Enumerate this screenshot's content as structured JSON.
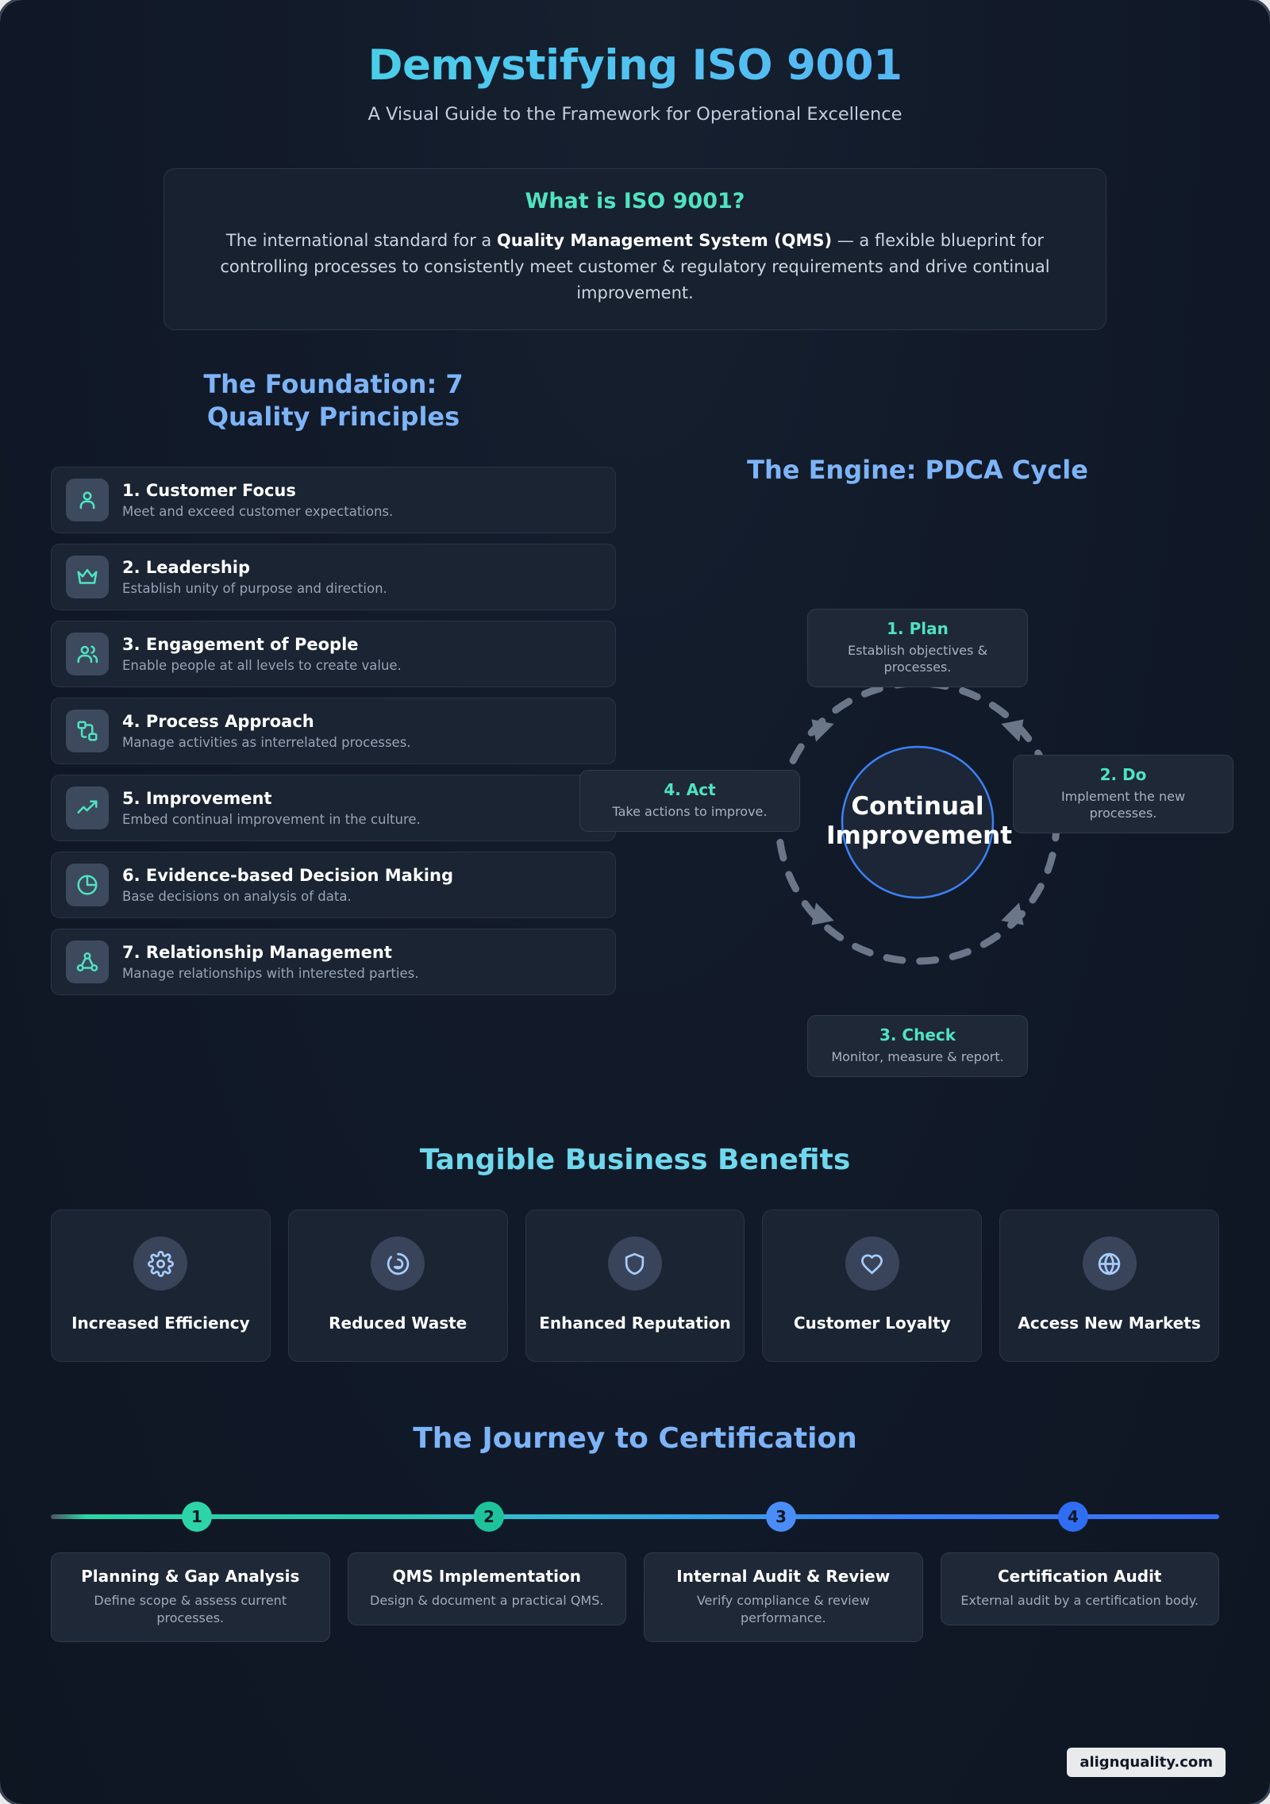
{
  "header": {
    "title": "Demystifying ISO 9001",
    "subtitle": "A Visual Guide to the Framework for Operational Excellence",
    "title_gradient_from": "#3ddcd2",
    "title_gradient_to": "#5aa9f7"
  },
  "whatis": {
    "heading": "What is ISO 9001?",
    "body_part1": "The international standard for a ",
    "body_bold": "Quality Management System (QMS)",
    "body_part2": " — a flexible blueprint for controlling processes to consistently meet customer & regulatory requirements and drive continual improvement.",
    "heading_color": "#4fe3c1"
  },
  "principles": {
    "heading": "The Foundation: 7 Quality Principles",
    "heading_color": "#7db4f7",
    "accent_color": "#4fe3c1",
    "items": [
      {
        "title": "1. Customer Focus",
        "desc": "Meet and exceed customer expectations.",
        "icon": "user-icon"
      },
      {
        "title": "2. Leadership",
        "desc": "Establish unity of purpose and direction.",
        "icon": "crown-icon"
      },
      {
        "title": "3. Engagement of People",
        "desc": "Enable people at all levels to create value.",
        "icon": "users-icon"
      },
      {
        "title": "4. Process Approach",
        "desc": "Manage activities as interrelated processes.",
        "icon": "workflow-icon"
      },
      {
        "title": "5. Improvement",
        "desc": "Embed continual improvement in the culture.",
        "icon": "trending-up-icon"
      },
      {
        "title": "6. Evidence-based Decision Making",
        "desc": "Base decisions on analysis of data.",
        "icon": "pie-chart-icon"
      },
      {
        "title": "7. Relationship Management",
        "desc": "Manage relationships with interested parties.",
        "icon": "network-icon"
      }
    ]
  },
  "pdca": {
    "heading": "The Engine: PDCA Cycle",
    "heading_color": "#7db4f7",
    "center_label": "Continual Improvement",
    "accent_color": "#4fe3c1",
    "ring_color": "#3b82f6",
    "arrow_color": "#6b7689",
    "steps": [
      {
        "title": "1. Plan",
        "desc": "Establish objectives & processes."
      },
      {
        "title": "2. Do",
        "desc": "Implement the new processes."
      },
      {
        "title": "3. Check",
        "desc": "Monitor, measure & report."
      },
      {
        "title": "4. Act",
        "desc": "Take actions to improve."
      }
    ]
  },
  "benefits": {
    "heading": "Tangible Business Benefits",
    "heading_color": "#6fd8ec",
    "icon_color": "#a6ccfb",
    "items": [
      {
        "label": "Increased Efficiency",
        "icon": "gear-icon"
      },
      {
        "label": "Reduced Waste",
        "icon": "recycle-icon"
      },
      {
        "label": "Enhanced Reputation",
        "icon": "shield-icon"
      },
      {
        "label": "Customer Loyalty",
        "icon": "heart-icon"
      },
      {
        "label": "Access New Markets",
        "icon": "globe-icon"
      }
    ]
  },
  "journey": {
    "heading": "The Journey to Certification",
    "heading_color": "#7db4f7",
    "line_gradient_from": "#2dd4a7",
    "line_gradient_to": "#3b6df6",
    "steps": [
      {
        "num": "1",
        "title": "Planning & Gap Analysis",
        "desc": "Define scope & assess current processes.",
        "dot_color": "#2dd4a7"
      },
      {
        "num": "2",
        "title": "QMS Implementation",
        "desc": "Design & document a practical QMS.",
        "dot_color": "#1fc39b"
      },
      {
        "num": "3",
        "title": "Internal Audit & Review",
        "desc": "Verify compliance & review performance.",
        "dot_color": "#4a8df8"
      },
      {
        "num": "4",
        "title": "Certification Audit",
        "desc": "External audit by a certification body.",
        "dot_color": "#2f6df3"
      }
    ]
  },
  "footer": {
    "badge": "alignquality.com"
  }
}
